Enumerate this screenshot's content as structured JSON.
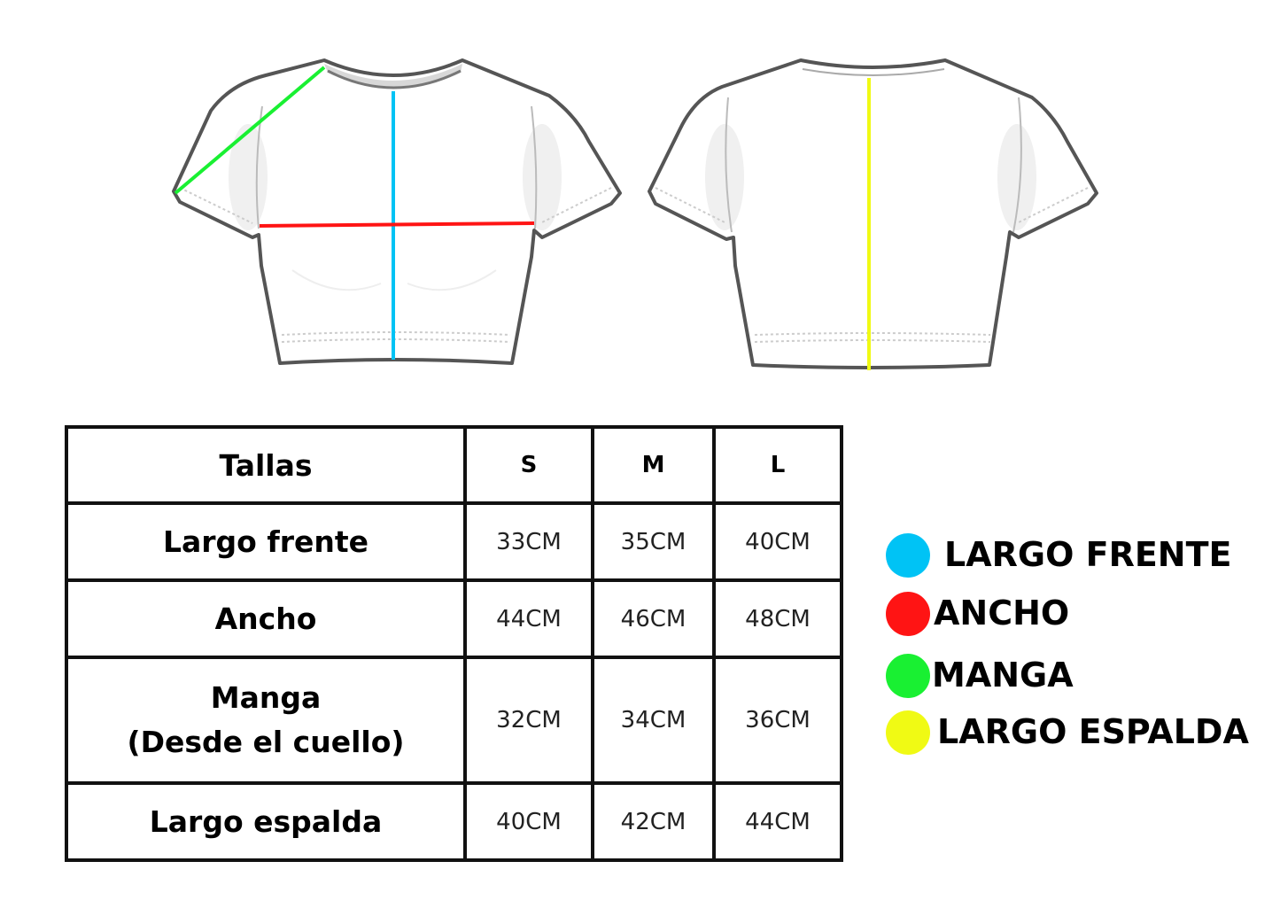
{
  "colors": {
    "largo_frente": "#00c3f5",
    "ancho": "#ff1414",
    "manga": "#19f032",
    "largo_espalda": "#f0fa14",
    "outline": "#555555"
  },
  "table": {
    "header": {
      "label": "Tallas",
      "sizes": [
        "S",
        "M",
        "L"
      ]
    },
    "rows": [
      {
        "label": "Largo frente",
        "values": [
          "33CM",
          "35CM",
          "40CM"
        ]
      },
      {
        "label": "Ancho",
        "values": [
          "44CM",
          "46CM",
          "48CM"
        ]
      },
      {
        "label": "Manga",
        "sublabel": "(Desde el cuello)",
        "values": [
          "32CM",
          "34CM",
          "36CM"
        ]
      },
      {
        "label": "Largo espalda",
        "values": [
          "40CM",
          "42CM",
          "44CM"
        ]
      }
    ]
  },
  "legend": [
    {
      "label": "LARGO FRENTE",
      "color_key": "largo_frente"
    },
    {
      "label": "ANCHO",
      "color_key": "ancho"
    },
    {
      "label": "MANGA",
      "color_key": "manga"
    },
    {
      "label": "LARGO ESPALDA",
      "color_key": "largo_espalda"
    }
  ]
}
